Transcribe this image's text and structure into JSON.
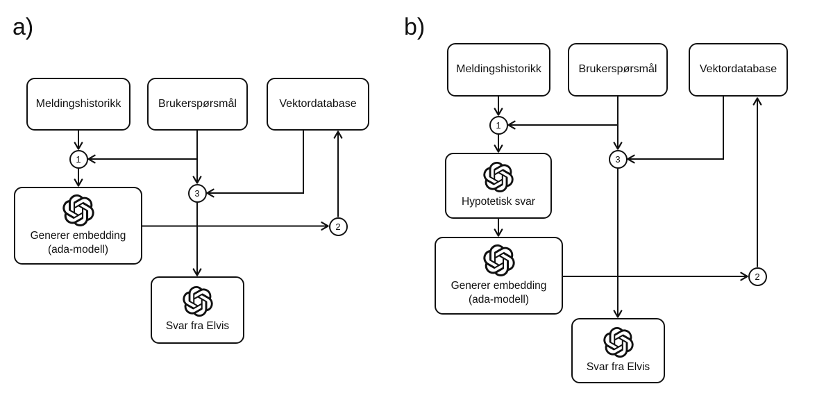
{
  "colors": {
    "background": "#ffffff",
    "stroke": "#111111",
    "text": "#111111",
    "node_fill": "#ffffff"
  },
  "diagram_a": {
    "label": "a)",
    "nodes": {
      "meldingshistorikk": "Meldingshistorikk",
      "brukersporsmal": "Brukerspørsmål",
      "vektordatabase": "Vektordatabase",
      "generer_embedding_line1": "Generer embedding",
      "generer_embedding_line2": "(ada-modell)",
      "svar_fra_elvis": "Svar fra Elvis"
    },
    "steps": {
      "s1": "1",
      "s2": "2",
      "s3": "3"
    }
  },
  "diagram_b": {
    "label": "b)",
    "nodes": {
      "meldingshistorikk": "Meldingshistorikk",
      "brukersporsmal": "Brukerspørsmål",
      "vektordatabase": "Vektordatabase",
      "hypotetisk_svar": "Hypotetisk svar",
      "generer_embedding_line1": "Generer embedding",
      "generer_embedding_line2": "(ada-modell)",
      "svar_fra_elvis": "Svar fra Elvis"
    },
    "steps": {
      "s1": "1",
      "s2": "2",
      "s3": "3"
    }
  }
}
